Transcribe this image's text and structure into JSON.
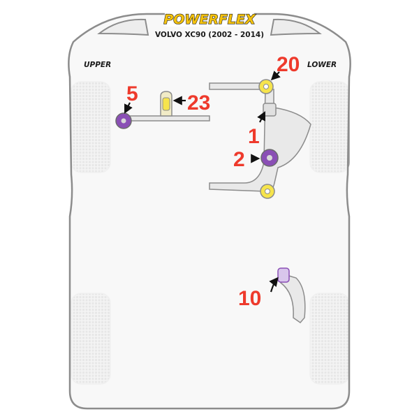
{
  "header": {
    "brand": "POWERFLEX",
    "model": "VOLVO XC90 (2002 - 2014)"
  },
  "labels": {
    "upper": "UPPER",
    "lower": "LOWER"
  },
  "callouts": {
    "c1": "1",
    "c2": "2",
    "c5": "5",
    "c10": "10",
    "c20": "20",
    "c23": "23"
  },
  "colors": {
    "callout_red": "#ee3a2c",
    "bush_purple": "#8a4fb5",
    "bush_yellow": "#f6e44c",
    "brand_yellow": "#f4c20d",
    "outline": "#8c8c8c",
    "body_fill": "#f7f7f7"
  }
}
